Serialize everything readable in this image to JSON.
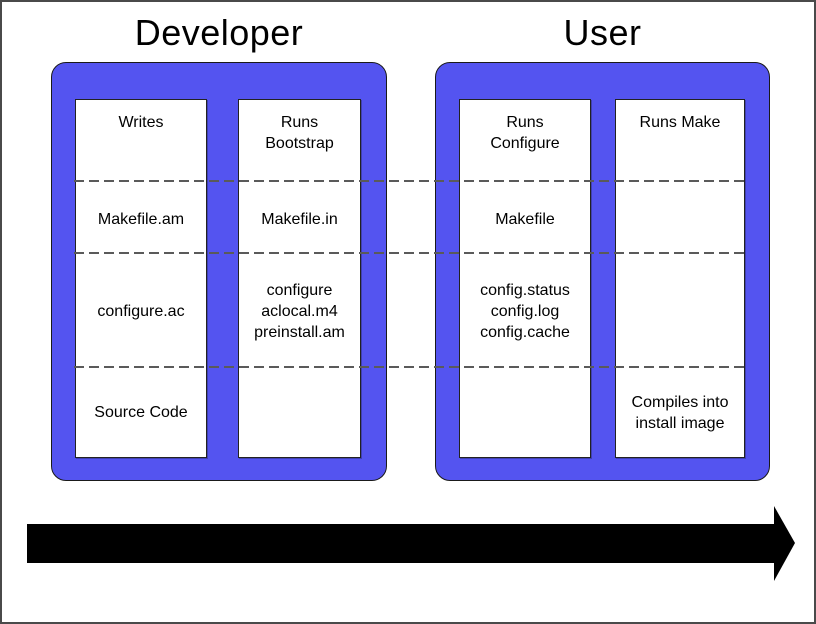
{
  "diagram": {
    "kind": "autotools build-flow diagram",
    "groups": [
      {
        "title": "Developer",
        "columns": [
          {
            "role": "writes",
            "cells": [
              "Writes",
              "Makefile.am",
              "configure.ac",
              "Source Code"
            ]
          },
          {
            "role": "runs-bootstrap",
            "cells": [
              "Runs\nBootstrap",
              "Makefile.in",
              "configure\naclocal.m4\npreinstall.am",
              ""
            ]
          }
        ]
      },
      {
        "title": "User",
        "columns": [
          {
            "role": "runs-configure",
            "cells": [
              "Runs\nConfigure",
              "Makefile",
              "config.status\nconfig.log\nconfig.cache",
              ""
            ]
          },
          {
            "role": "runs-make",
            "cells": [
              "Runs Make",
              "",
              "",
              "Compiles into\ninstall image"
            ]
          }
        ]
      }
    ],
    "colors": {
      "box_fill": "#5454f0",
      "box_border": "#1a1a1a",
      "cell_fill": "#ffffff",
      "cell_border": "#222222",
      "dash_color": "#5a5a5a",
      "arrow_color": "#000000",
      "page_border": "#4a4a4a"
    }
  }
}
